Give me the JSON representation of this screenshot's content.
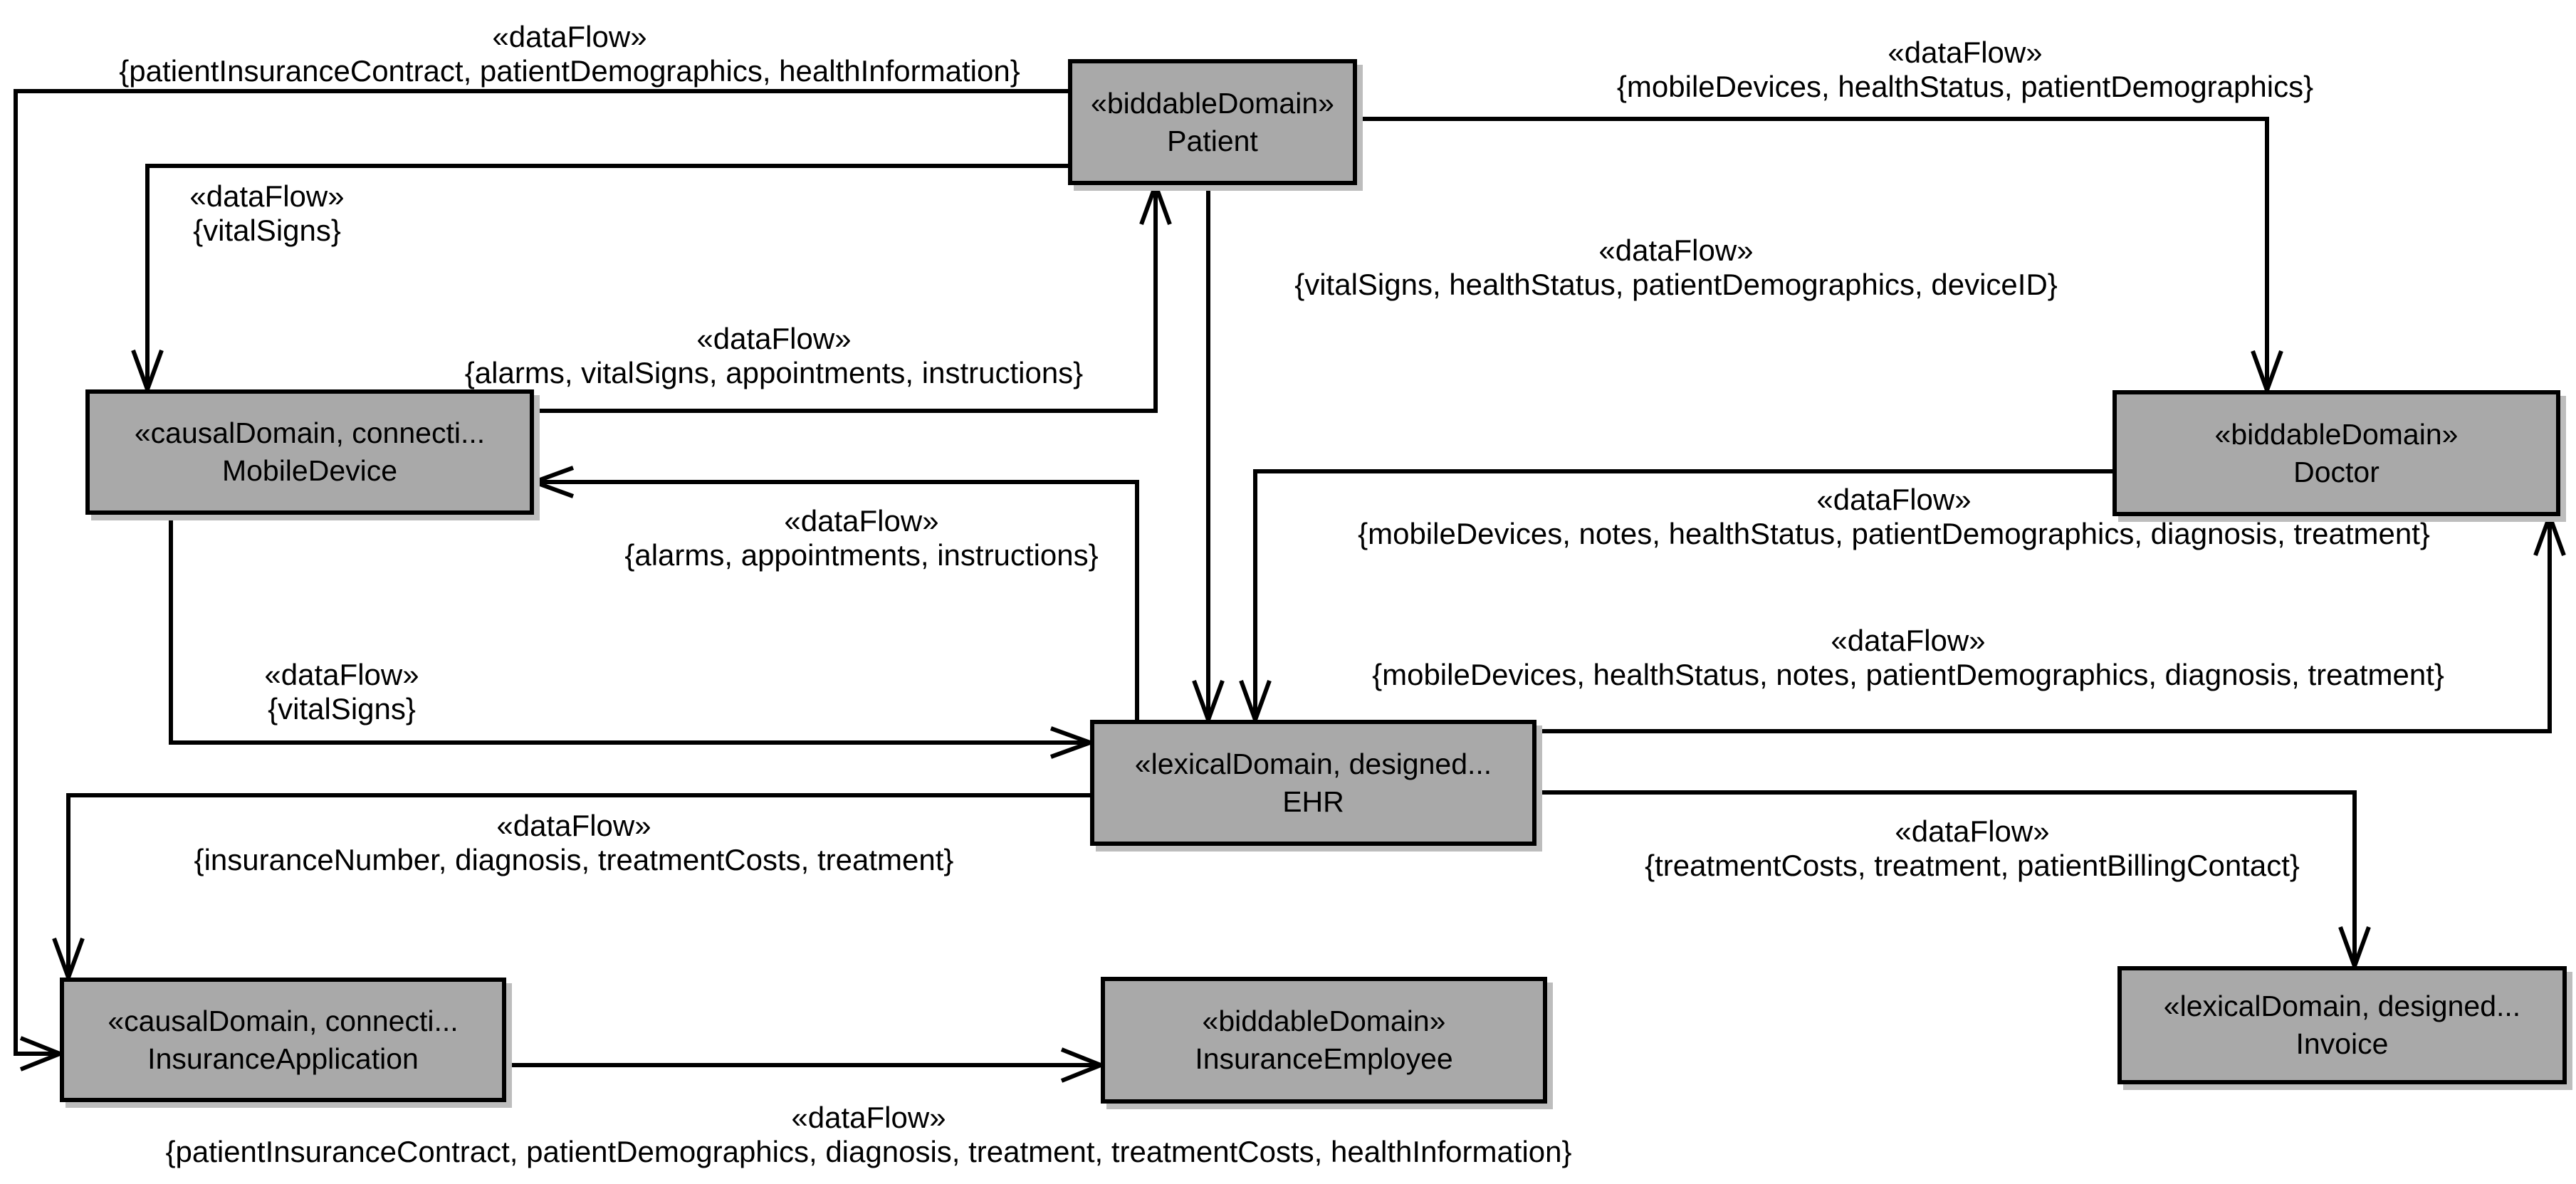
{
  "colors": {
    "background": "#ffffff",
    "box_fill": "#a9a9a9",
    "box_border": "#000000",
    "box_shadow": "#bdbdbd",
    "line": "#000000"
  },
  "boxes": [
    {
      "stereotype": "«biddableDomain»",
      "name": "Patient"
    },
    {
      "stereotype": "«causalDomain, connecti...",
      "name": "MobileDevice"
    },
    {
      "stereotype": "«biddableDomain»",
      "name": "Doctor"
    },
    {
      "stereotype": "«lexicalDomain, designed...",
      "name": "EHR"
    },
    {
      "stereotype": "«causalDomain, connecti...",
      "name": "InsuranceApplication"
    },
    {
      "stereotype": "«biddableDomain»",
      "name": "InsuranceEmployee"
    },
    {
      "stereotype": "«lexicalDomain, designed...",
      "name": "Invoice"
    }
  ],
  "flow_labels": [
    {
      "stereotype": "«dataFlow»",
      "items": "{patientInsuranceContract, patientDemographics, healthInformation}"
    },
    {
      "stereotype": "«dataFlow»",
      "items": "{vitalSigns}"
    },
    {
      "stereotype": "«dataFlow»",
      "items": "{alarms, vitalSigns, appointments, instructions}"
    },
    {
      "stereotype": "«dataFlow»",
      "items": "{alarms, appointments, instructions}"
    },
    {
      "stereotype": "«dataFlow»",
      "items": "{vitalSigns}"
    },
    {
      "stereotype": "«dataFlow»",
      "items": "{vitalSigns, healthStatus, patientDemographics, deviceID}"
    },
    {
      "stereotype": "«dataFlow»",
      "items": "{mobileDevices, healthStatus, patientDemographics}"
    },
    {
      "stereotype": "«dataFlow»",
      "items": "{mobileDevices, notes, healthStatus, patientDemographics, diagnosis, treatment}"
    },
    {
      "stereotype": "«dataFlow»",
      "items": "{mobileDevices, healthStatus, notes, patientDemographics, diagnosis, treatment}"
    },
    {
      "stereotype": "«dataFlow»",
      "items": "{insuranceNumber, diagnosis, treatmentCosts, treatment}"
    },
    {
      "stereotype": "«dataFlow»",
      "items": "{treatmentCosts, treatment, patientBillingContact}"
    },
    {
      "stereotype": "«dataFlow»",
      "items": "{patientInsuranceContract, patientDemographics, diagnosis, treatment, treatmentCosts, healthInformation}"
    }
  ]
}
